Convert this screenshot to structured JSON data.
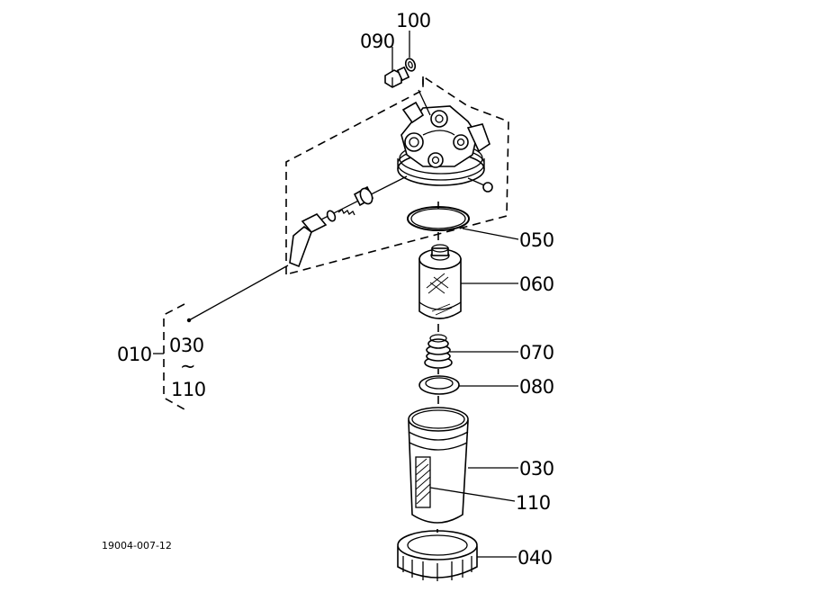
{
  "labels": {
    "p100": "100",
    "p090": "090",
    "p050": "050",
    "p060": "060",
    "p070": "070",
    "p080": "080",
    "p030": "030",
    "p110": "110",
    "p040": "040",
    "assy_010": "010",
    "assy_030": "030",
    "assy_tilde": "~",
    "assy_110": "110"
  },
  "drawing_code": "19004-007-12"
}
